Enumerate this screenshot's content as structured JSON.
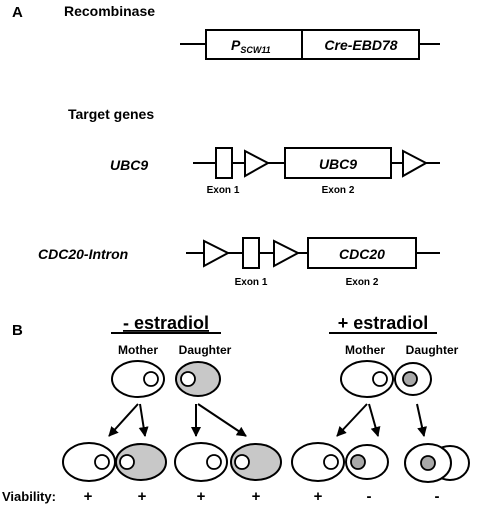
{
  "panel_a": {
    "label": "A",
    "recombinase_heading": "Recombinase",
    "promoter_prefix": "P",
    "promoter_subscript": "SCW11",
    "recombinase_gene": "Cre-EBD78",
    "target_heading": "Target genes",
    "ubc9": {
      "name": "UBC9",
      "box": "UBC9",
      "exon1": "Exon 1",
      "exon2": "Exon 2"
    },
    "cdc20": {
      "name": "CDC20-Intron",
      "box": "CDC20",
      "exon1": "Exon 1",
      "exon2": "Exon 2"
    }
  },
  "panel_b": {
    "label": "B",
    "minus_heading": "- estradiol",
    "plus_heading": "+ estradiol",
    "minus_mother": "Mother",
    "minus_daughter": "Daughter",
    "plus_mother": "Mother",
    "plus_daughter": "Daughter",
    "viability_label": "Viability:",
    "viability": [
      "+",
      "+",
      "+",
      "+",
      "+",
      "-",
      "-"
    ]
  }
}
